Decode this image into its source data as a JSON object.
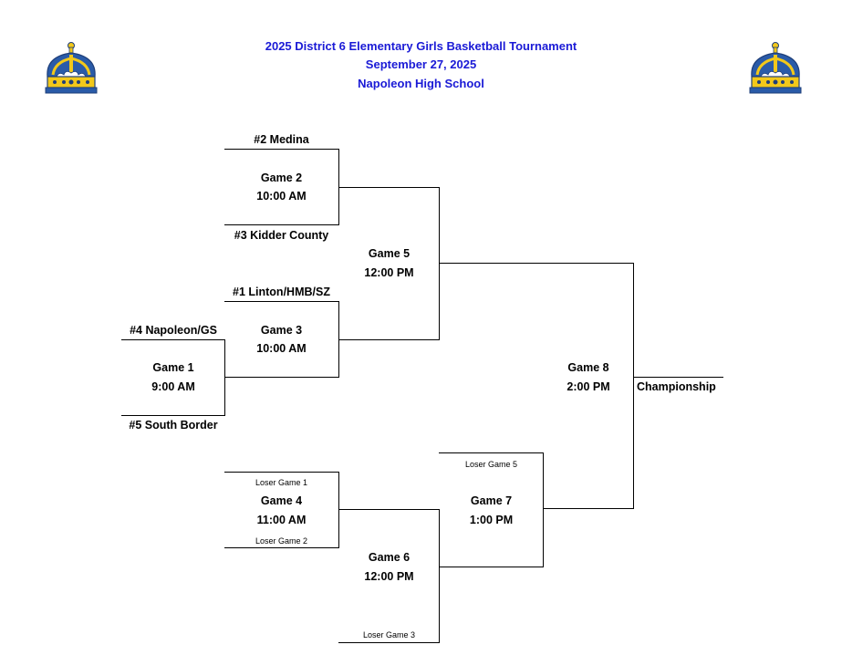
{
  "header": {
    "title": "2025 District 6 Elementary Girls Basketball Tournament",
    "date": "September 27, 2025",
    "venue": "Napoleon High School"
  },
  "logos": {
    "left_icon": "crown-icon",
    "right_icon": "crown-icon",
    "colors": {
      "blue": "#2a5ba8",
      "gold": "#f2c81a",
      "white": "#ffffff"
    }
  },
  "teams": {
    "medina": "#2 Medina",
    "kidder": "#3 Kidder County",
    "linton": "#1 Linton/HMB/SZ",
    "napoleon": "#4 Napoleon/GS",
    "south_border": "#5 South Border"
  },
  "games": {
    "g1": {
      "name": "Game 1",
      "time": "9:00 AM"
    },
    "g2": {
      "name": "Game 2",
      "time": "10:00 AM"
    },
    "g3": {
      "name": "Game 3",
      "time": "10:00 AM"
    },
    "g4": {
      "name": "Game 4",
      "time": "11:00 AM"
    },
    "g5": {
      "name": "Game 5",
      "time": "12:00 PM"
    },
    "g6": {
      "name": "Game 6",
      "time": "12:00 PM"
    },
    "g7": {
      "name": "Game 7",
      "time": "1:00 PM"
    },
    "g8": {
      "name": "Game 8",
      "time": "2:00 PM"
    }
  },
  "placeholders": {
    "loser_g1": "Loser Game 1",
    "loser_g2": "Loser Game 2",
    "loser_g3": "Loser Game 3",
    "loser_g5": "Loser Game 5"
  },
  "championship": "Championship"
}
